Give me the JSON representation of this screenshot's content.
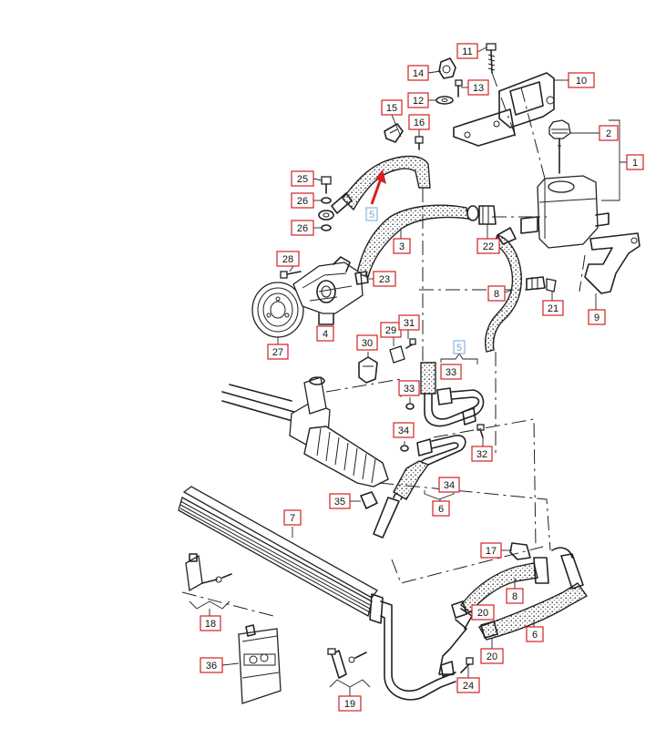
{
  "diagram": {
    "callouts": [
      {
        "id": "c11",
        "label": "11"
      },
      {
        "id": "c14",
        "label": "14"
      },
      {
        "id": "c13",
        "label": "13"
      },
      {
        "id": "c12",
        "label": "12"
      },
      {
        "id": "c10",
        "label": "10"
      },
      {
        "id": "c15",
        "label": "15"
      },
      {
        "id": "c16",
        "label": "16"
      },
      {
        "id": "c2",
        "label": "2"
      },
      {
        "id": "c1",
        "label": "1"
      },
      {
        "id": "c25",
        "label": "25"
      },
      {
        "id": "c26a",
        "label": "26"
      },
      {
        "id": "c26b",
        "label": "26"
      },
      {
        "id": "c3",
        "label": "3"
      },
      {
        "id": "c22",
        "label": "22"
      },
      {
        "id": "c28",
        "label": "28"
      },
      {
        "id": "c23",
        "label": "23"
      },
      {
        "id": "c8a",
        "label": "8"
      },
      {
        "id": "c21",
        "label": "21"
      },
      {
        "id": "c9",
        "label": "9"
      },
      {
        "id": "c4",
        "label": "4"
      },
      {
        "id": "c27",
        "label": "27"
      },
      {
        "id": "c29",
        "label": "29"
      },
      {
        "id": "c31",
        "label": "31"
      },
      {
        "id": "c30",
        "label": "30"
      },
      {
        "id": "c33a",
        "label": "33"
      },
      {
        "id": "c33b",
        "label": "33"
      },
      {
        "id": "c34a",
        "label": "34"
      },
      {
        "id": "c32",
        "label": "32"
      },
      {
        "id": "c34b",
        "label": "34"
      },
      {
        "id": "c6a",
        "label": "6"
      },
      {
        "id": "c35",
        "label": "35"
      },
      {
        "id": "c7",
        "label": "7"
      },
      {
        "id": "c17",
        "label": "17"
      },
      {
        "id": "c8b",
        "label": "8"
      },
      {
        "id": "c18",
        "label": "18"
      },
      {
        "id": "c20a",
        "label": "20"
      },
      {
        "id": "c6b",
        "label": "6"
      },
      {
        "id": "c20b",
        "label": "20"
      },
      {
        "id": "c36",
        "label": "36"
      },
      {
        "id": "c24",
        "label": "24"
      },
      {
        "id": "c19",
        "label": "19"
      }
    ],
    "blue_markers": [
      {
        "id": "b5a",
        "label": "5"
      },
      {
        "id": "b5b",
        "label": "5"
      }
    ],
    "colors": {
      "callout_border": "#d42020",
      "blue_marker": "#7aa6d6",
      "arrow": "#d42020",
      "line": "#222222"
    }
  }
}
